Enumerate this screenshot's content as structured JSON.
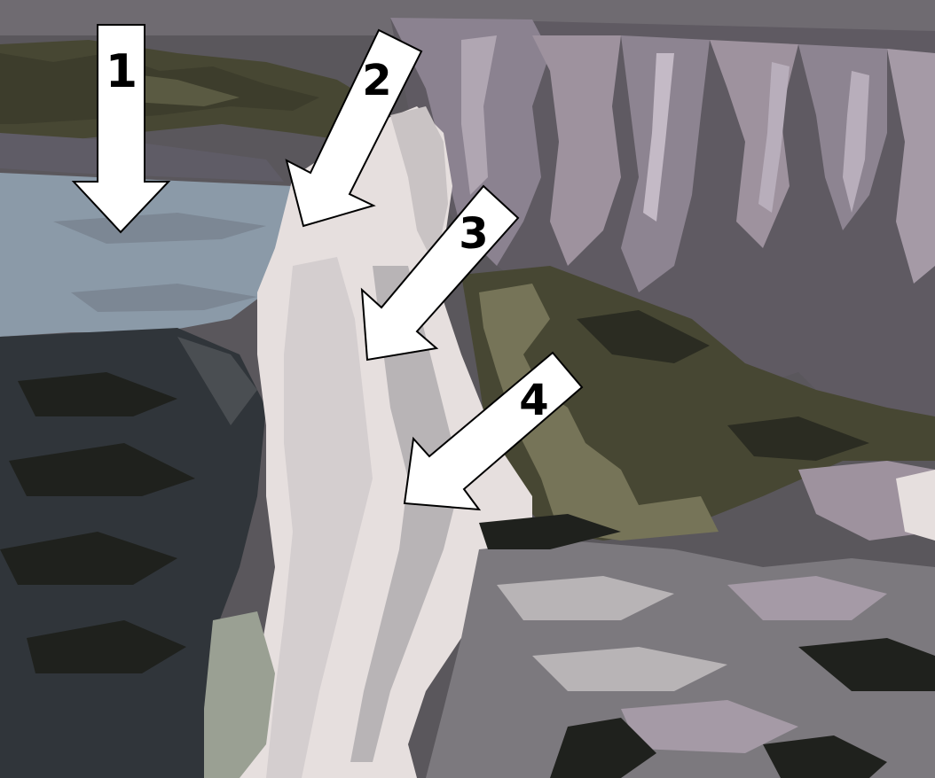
{
  "palette": {
    "sky": "#5a575c",
    "cliff_lavender": "#9e929e",
    "water_blue": "#8b9aa8",
    "rock_dark": "#30353a",
    "foliage_dark": "#474733",
    "foliage_light": "#767458",
    "falls_white": "#e6dfde",
    "mist_gray": "#b8b4b6",
    "pool_gray": "#7c797e",
    "near_black": "#1f211d",
    "arrow_fill": "#ffffff",
    "arrow_stroke": "#000000"
  },
  "arrows": [
    {
      "label": "1"
    },
    {
      "label": "2"
    },
    {
      "label": "3"
    },
    {
      "label": "4"
    }
  ]
}
